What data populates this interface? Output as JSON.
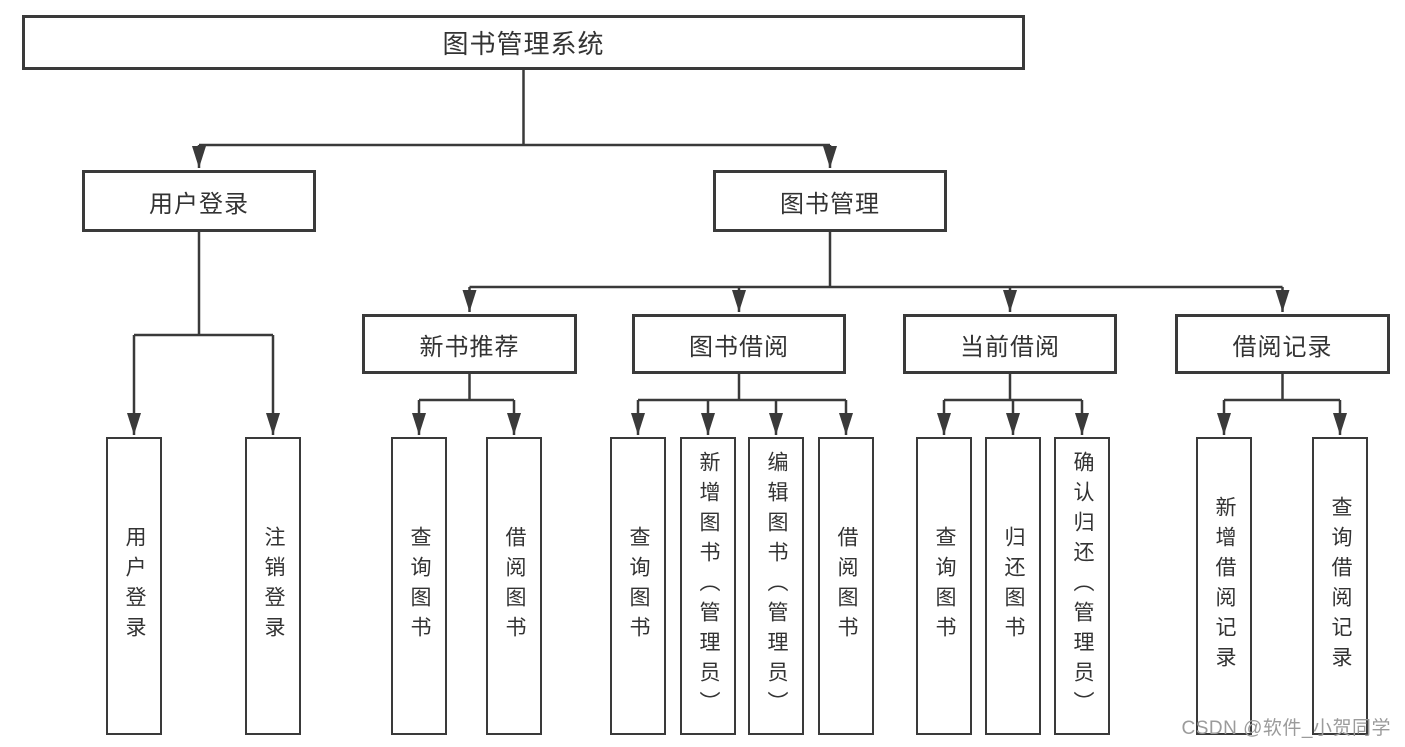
{
  "colors": {
    "background": "#ffffff",
    "line": "#3a3a3a",
    "box_border": "#3a3a3a",
    "box_text": "#333333",
    "watermark": "#9b9b9b"
  },
  "watermark": {
    "text": "CSDN @软件_小贺同学"
  },
  "diagram": {
    "type": "hierarchy",
    "root": {
      "label": "图书管理系统",
      "children": [
        {
          "label": "用户登录",
          "children": [
            {
              "label": "用户登录"
            },
            {
              "label": "注销登录"
            }
          ]
        },
        {
          "label": "图书管理",
          "children": [
            {
              "label": "新书推荐",
              "children": [
                {
                  "label": "查询图书"
                },
                {
                  "label": "借阅图书"
                }
              ]
            },
            {
              "label": "图书借阅",
              "children": [
                {
                  "label": "查询图书"
                },
                {
                  "label": "新增图书（管理员）"
                },
                {
                  "label": "编辑图书（管理员）"
                },
                {
                  "label": "借阅图书"
                }
              ]
            },
            {
              "label": "当前借阅",
              "children": [
                {
                  "label": "查询图书"
                },
                {
                  "label": "归还图书"
                },
                {
                  "label": "确认归还（管理员）"
                }
              ]
            },
            {
              "label": "借阅记录",
              "children": [
                {
                  "label": "新增借阅记录"
                },
                {
                  "label": "查询借阅记录"
                }
              ]
            }
          ]
        }
      ]
    }
  }
}
